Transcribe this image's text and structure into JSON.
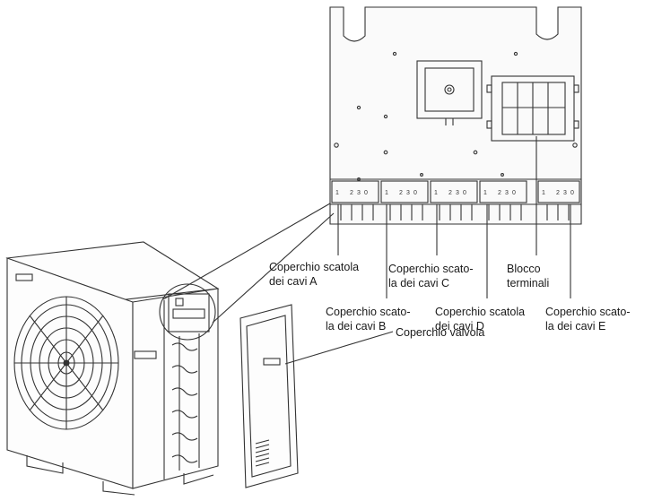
{
  "labels": {
    "box_a": [
      "Coperchio scatola",
      "dei cavi A"
    ],
    "box_b": [
      "Coperchio scato-",
      "la dei cavi B"
    ],
    "box_c": [
      "Coperchio scato-",
      "la dei cavi C"
    ],
    "box_d": [
      "Coperchio scatola",
      "dei cavi D"
    ],
    "box_e": [
      "Coperchio scato-",
      "la dei cavi E"
    ],
    "terminal_block": [
      "Blocco",
      "terminali"
    ],
    "valve_cover": "Coperchio valvola"
  },
  "panel_marks": [
    "1",
    "2",
    "3",
    "0"
  ]
}
